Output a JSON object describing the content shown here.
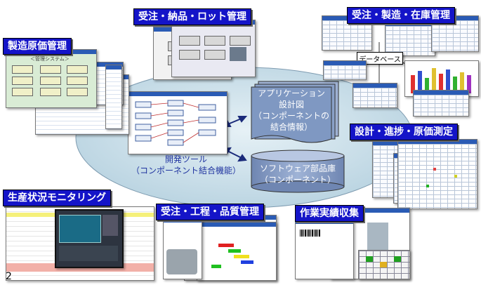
{
  "labels": {
    "order_delivery_lot": "受注・納品・ロット管理",
    "order_manufacture_inventory": "受注・製造・在庫管理",
    "manufacturing_cost": "製造原価管理",
    "design_progress_cost": "設計・進捗・原価測定",
    "production_monitoring": "生産状況モニタリング",
    "order_process_quality": "受注・工程・品質管理",
    "work_results": "作業実績収集"
  },
  "center": {
    "app_design_doc": [
      "アプリケーション",
      "設計図",
      "（コンポーネントの",
      "結合情報）"
    ],
    "dev_tool": [
      "開発ツール",
      "（コンポーネント結合機能）"
    ],
    "software_library": [
      "ソフトウェア部品庫",
      "（コンポーネント）"
    ]
  },
  "database_label": "データベース",
  "mini_title": "＜管理システム＞",
  "page_number": "2",
  "colors": {
    "label_bg": "#1414c8",
    "ellipse": "#c6dce8",
    "doc_fill": "#7f98c2",
    "cylinder_fill": "#8da3c8"
  }
}
